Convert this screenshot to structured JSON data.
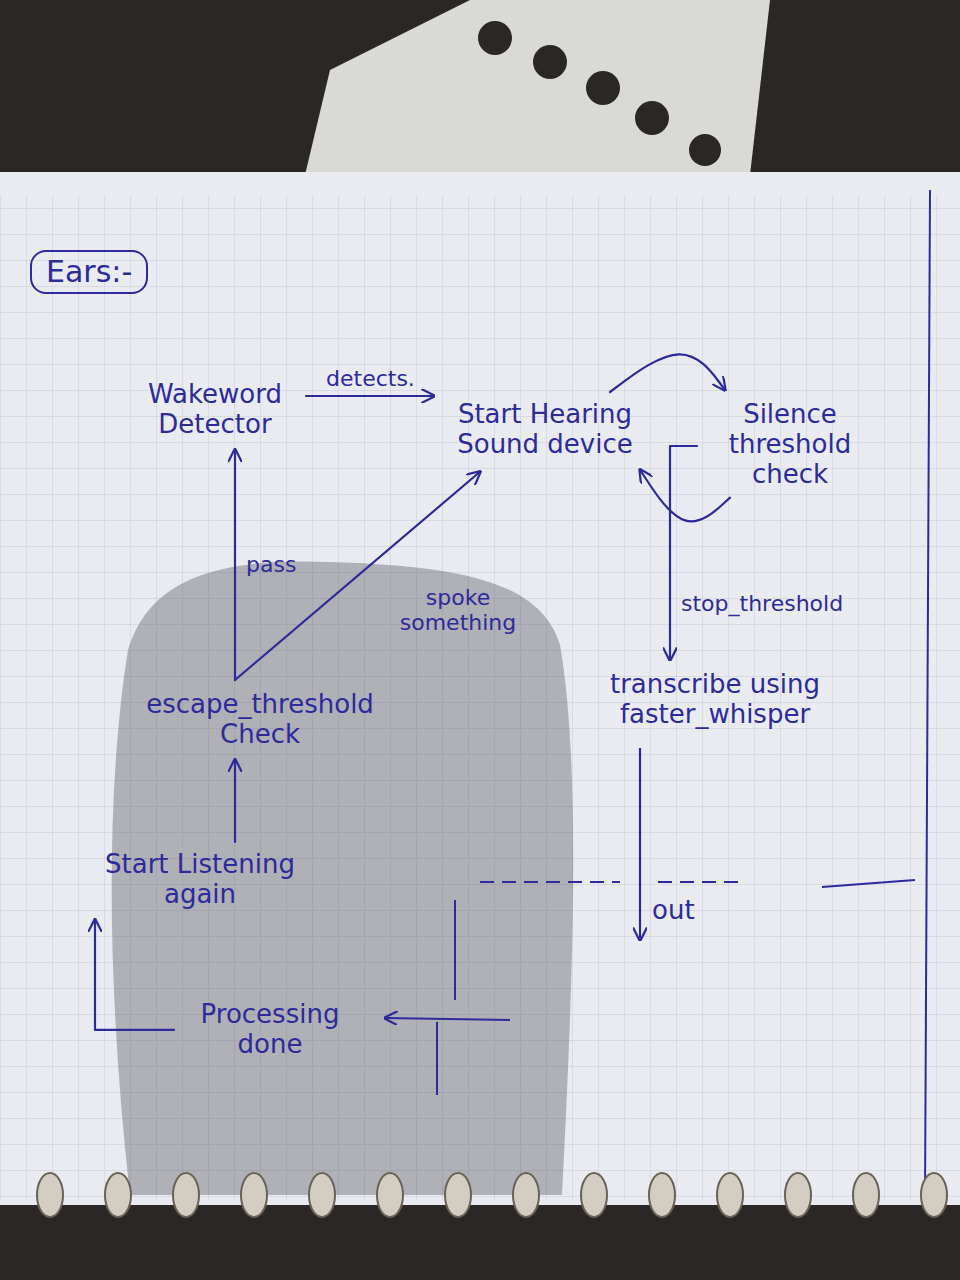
{
  "diagram": {
    "title": "Ears:-",
    "nodes": [
      {
        "text": [
          "Wakeword Detector"
        ]
      },
      {
        "text": [
          "Start Hearing Sound device"
        ]
      },
      {
        "text": [
          "Silence threshold check"
        ]
      },
      {
        "text": [
          "escape_threshold Check"
        ]
      },
      {
        "text": [
          "transcribe using faster_whisper"
        ]
      },
      {
        "text": [
          "Start Listening again"
        ]
      },
      {
        "text": [
          "Processing done"
        ]
      }
    ],
    "edges": [
      {
        "from": 0,
        "to": 1,
        "label": "detects.",
        "arrow": "to"
      },
      {
        "from": 1,
        "to": 2,
        "arrow": "to"
      },
      {
        "from": 2,
        "to": 1,
        "arrow": "to"
      },
      {
        "from": 2,
        "to": 4,
        "label": "stop_threshold",
        "arrow": "to"
      },
      {
        "from": 6,
        "to": 5,
        "arrow": "to"
      },
      {
        "from": 5,
        "to": 3,
        "arrow": "to"
      },
      {
        "from": 3,
        "to": 0,
        "label": "pass",
        "arrow": "to"
      },
      {
        "from": 3,
        "to": 1,
        "label": "spoke something",
        "arrow": "to"
      }
    ],
    "labels": [
      "out"
    ]
  }
}
